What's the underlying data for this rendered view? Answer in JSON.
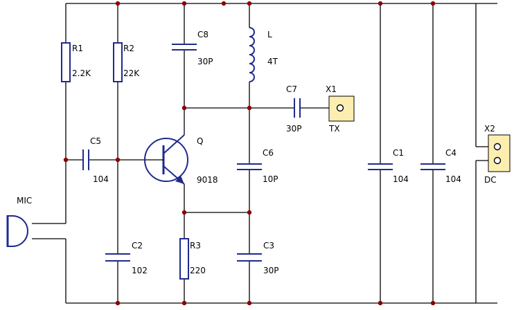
{
  "labels": {
    "r1_name": "R1",
    "r1_value": "2.2K",
    "r2_name": "R2",
    "r2_value": "22K",
    "r3_name": "R3",
    "r3_value": "220",
    "c8_name": "C8",
    "c8_value": "30P",
    "l_name": "L",
    "l_value": "4T",
    "c7_name": "C7",
    "c7_value": "30P",
    "x1_name": "X1",
    "x1_value": "TX",
    "x2_name": "X2",
    "x2_value": "DC",
    "c5_name": "C5",
    "c5_value": "104",
    "q_name": "Q",
    "q_value": "9018",
    "c6_name": "C6",
    "c6_value": "10P",
    "c1_name": "C1",
    "c1_value": "104",
    "c4_name": "C4",
    "c4_value": "104",
    "c2_name": "C2",
    "c2_value": "102",
    "c3_name": "C3",
    "c3_value": "30P",
    "mic_name": "MIC"
  },
  "colors": {
    "wire": "#000000",
    "component": "#1f2a8c",
    "junction": "#8b0000",
    "connector_fill": "#fbeeb0"
  }
}
